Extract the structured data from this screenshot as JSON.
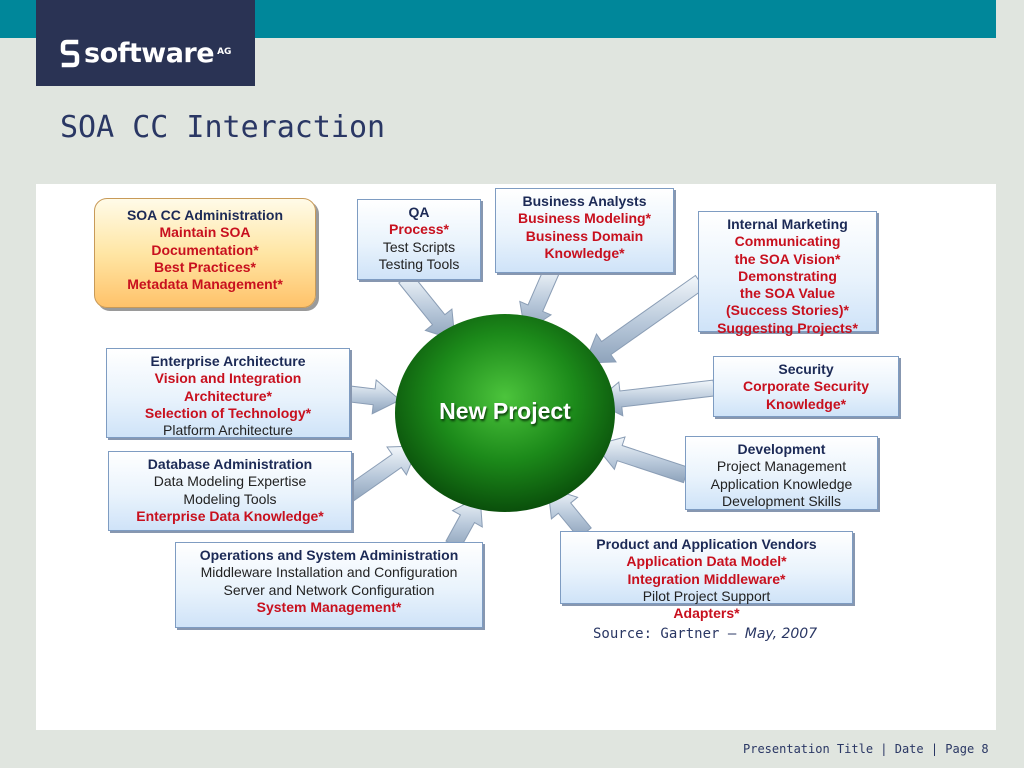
{
  "logo": {
    "text": "software",
    "suffix": "AG"
  },
  "title": "SOA CC Interaction",
  "hub": {
    "label": "New Project"
  },
  "boxes": {
    "admin": [
      [
        "dark",
        "SOA CC Administration"
      ],
      [
        "red",
        "Maintain SOA"
      ],
      [
        "red",
        "Documentation*"
      ],
      [
        "red",
        "Best Practices*"
      ],
      [
        "red",
        "Metadata Management*"
      ]
    ],
    "qa": [
      [
        "dark",
        "QA"
      ],
      [
        "red",
        "Process*"
      ],
      [
        "plain",
        "Test Scripts"
      ],
      [
        "plain",
        "Testing Tools"
      ]
    ],
    "ba": [
      [
        "dark",
        "Business Analysts"
      ],
      [
        "red",
        "Business Modeling*"
      ],
      [
        "red",
        "Business Domain"
      ],
      [
        "red",
        "Knowledge*"
      ]
    ],
    "im": [
      [
        "dark",
        "Internal Marketing"
      ],
      [
        "red",
        "Communicating"
      ],
      [
        "red",
        "the SOA Vision*"
      ],
      [
        "red",
        "Demonstrating"
      ],
      [
        "red",
        "the SOA Value"
      ],
      [
        "red",
        "(Success Stories)*"
      ],
      [
        "red",
        "Suggesting Projects*"
      ]
    ],
    "ea": [
      [
        "dark",
        "Enterprise Architecture"
      ],
      [
        "red",
        "Vision and Integration"
      ],
      [
        "red",
        "Architecture*"
      ],
      [
        "red",
        "Selection of Technology*"
      ],
      [
        "plain",
        "Platform Architecture"
      ]
    ],
    "sec": [
      [
        "dark",
        "Security"
      ],
      [
        "red",
        "Corporate Security"
      ],
      [
        "red",
        "Knowledge*"
      ]
    ],
    "db": [
      [
        "dark",
        "Database Administration"
      ],
      [
        "plain",
        "Data Modeling Expertise"
      ],
      [
        "plain",
        "Modeling Tools"
      ],
      [
        "red",
        "Enterprise Data Knowledge*"
      ]
    ],
    "dev": [
      [
        "dark",
        "Development"
      ],
      [
        "plain",
        "Project Management"
      ],
      [
        "plain",
        "Application Knowledge"
      ],
      [
        "plain",
        "Development Skills"
      ]
    ],
    "vendors": [
      [
        "dark",
        "Product and Application Vendors"
      ],
      [
        "red",
        "Application Data Model*"
      ],
      [
        "red",
        "Integration Middleware*"
      ],
      [
        "plain",
        "Pilot Project Support"
      ],
      [
        "red",
        "Adapters*"
      ]
    ],
    "ops": [
      [
        "dark",
        "Operations and System Administration"
      ],
      [
        "plain",
        "Middleware Installation and Configuration"
      ],
      [
        "plain",
        "Server and Network Configuration"
      ],
      [
        "red",
        "System Management*"
      ]
    ]
  },
  "source": {
    "label": "Source: Gartner",
    "sep": " – ",
    "date": "May, 2007"
  },
  "footer": "Presentation Title | Date | Page 8"
}
